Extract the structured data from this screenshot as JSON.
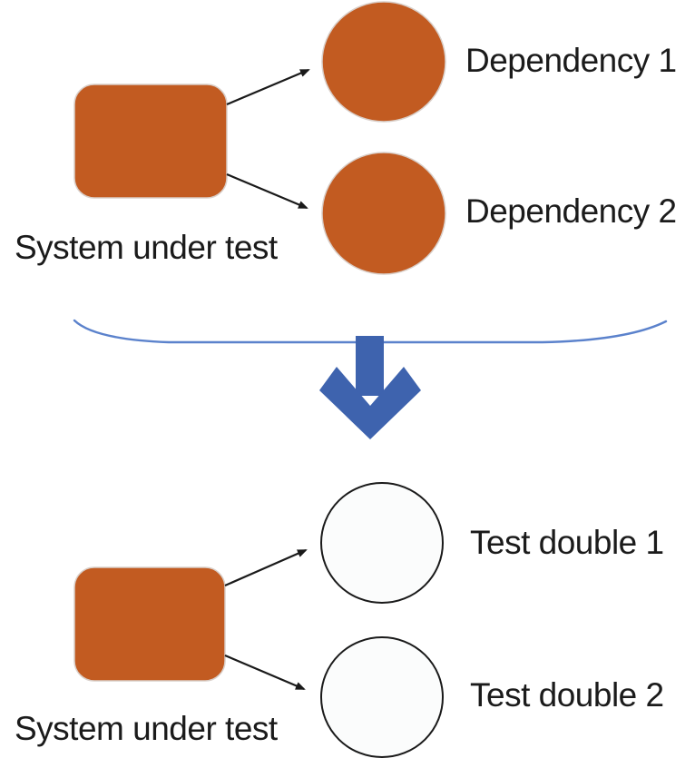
{
  "diagram": {
    "before": {
      "system_label": "System under test",
      "dependency_labels": [
        "Dependency 1",
        "Dependency 2"
      ]
    },
    "after": {
      "system_label": "System under test",
      "double_labels": [
        "Test double 1",
        "Test double 2"
      ]
    },
    "colors": {
      "shape_fill": "#c25b21",
      "block_arrow_blue": "#3e63ae",
      "brace_blue": "#5b82cc",
      "double_fill": "#fbfcfc",
      "line_black": "#1a1a1a"
    }
  }
}
